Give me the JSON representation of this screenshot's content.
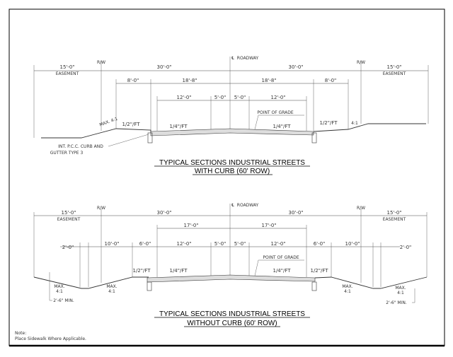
{
  "centerline_label": "ROADWAY",
  "rw_label": "R/W",
  "easement_dim": "15'-0\"",
  "easement_label": "EASEMENT",
  "half_row_dim": "30'-0\"",
  "with_curb": {
    "dims_row2": [
      "8'-0\"",
      "18'-8\"",
      "18'-8\"",
      "8'-0\""
    ],
    "dims_row3": [
      "12'-0\"",
      "5'-0\"",
      "5'-0\"",
      "12'-0\""
    ],
    "slope_left": "MAX. 4:1",
    "slope_right": "4:1",
    "walk_slope": "1/2\"/FT",
    "pavement_slope": "1/4\"/FT",
    "point_of_grade": "POINT OF GRADE",
    "curb_note_line1": "INT. P.C.C. CURB AND",
    "curb_note_line2": "GUTTER TYPE 3",
    "title_line1": "TYPICAL SECTIONS INDUSTRIAL STREETS",
    "title_line2": "WITH CURB (60' ROW)"
  },
  "without_curb": {
    "dims_row2": [
      "17'-0\"",
      "17'-0\""
    ],
    "dims_row3": [
      "2'-0\"",
      "10'-0\"",
      "6'-0\"",
      "12'-0\"",
      "5'-0\"",
      "5'-0\"",
      "12'-0\"",
      "6'-0\"",
      "10'-0\"",
      "2'-0\""
    ],
    "slope_max": "MAX.",
    "slope_ratio": "4:1",
    "ditch_depth": "2'-6\" MIN.",
    "walk_slope": "1/2\"/FT",
    "pavement_slope": "1/4\"/FT",
    "point_of_grade": "POINT OF GRADE",
    "title_line1": "TYPICAL SECTIONS INDUSTRIAL STREETS",
    "title_line2": "WITHOUT CURB (60' ROW)"
  },
  "note_label": "Note:",
  "note_text": "Place Sidewalk Where Applicable."
}
